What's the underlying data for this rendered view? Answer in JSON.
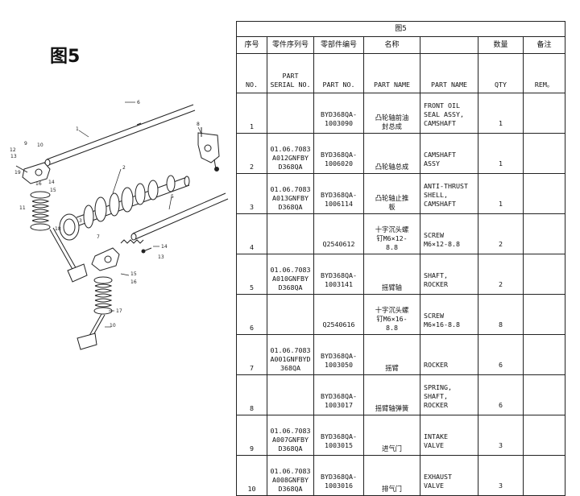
{
  "figure_label": "图5",
  "table": {
    "title": "图5",
    "headers_cn": [
      "序号",
      "零件序列号",
      "零部件编号",
      "名称",
      "",
      "数量",
      "备注"
    ],
    "headers_en": [
      "NO.",
      "PART\nSERIAL NO.",
      "PART NO.",
      "PART NAME",
      "PART NAME",
      "QTY",
      "REM。"
    ],
    "rows": [
      {
        "no": "1",
        "serial": "",
        "part_no": "BYD368QA-\n1003090",
        "name_cn": "凸轮轴前油\n封总成",
        "name_en": "FRONT OIL\nSEAL ASSY,\nCAMSHAFT",
        "qty": "1"
      },
      {
        "no": "2",
        "serial": "01.06.7083\nA012GNFBY\nD368QA",
        "part_no": "BYD368QA-\n1006020",
        "name_cn": "凸轮轴总成",
        "name_en": "CAMSHAFT\nASSY",
        "qty": "1"
      },
      {
        "no": "3",
        "serial": "01.06.7083\nA013GNFBY\nD368QA",
        "part_no": "BYD368QA-\n1006114",
        "name_cn": "凸轮轴止推\n板",
        "name_en": "ANTI-THRUST\nSHELL,\nCAMSHAFT",
        "qty": "1"
      },
      {
        "no": "4",
        "serial": "",
        "part_no": "Q2540612",
        "name_cn": "十字沉头螺\n钉M6×12-\n8.8",
        "name_en": "SCREW\nM6×12-8.8",
        "qty": "2"
      },
      {
        "no": "5",
        "serial": "01.06.7083\nA010GNFBY\nD368QA",
        "part_no": "BYD368QA-\n1003141",
        "name_cn": "摇臂轴",
        "name_en": "SHAFT,\nROCKER",
        "qty": "2"
      },
      {
        "no": "6",
        "serial": "",
        "part_no": "Q2540616",
        "name_cn": "十字沉头螺\n钉M6×16-\n8.8",
        "name_en": "SCREW\nM6×16-8.8",
        "qty": "8"
      },
      {
        "no": "7",
        "serial": "01.06.7083\nA001GNFBYD\n368QA",
        "part_no": "BYD368QA-\n1003050",
        "name_cn": "摇臂",
        "name_en": "ROCKER",
        "qty": "6"
      },
      {
        "no": "8",
        "serial": "",
        "part_no": "BYD368QA-\n1003017",
        "name_cn": "摇臂轴弹簧",
        "name_en": "SPRING,\nSHAFT,\nROCKER",
        "qty": "6"
      },
      {
        "no": "9",
        "serial": "01.06.7083\nA007GNFBY\nD368QA",
        "part_no": "BYD368QA-\n1003015",
        "name_cn": "进气门",
        "name_en": "INTAKE\nVALVE",
        "qty": "3"
      },
      {
        "no": "10",
        "serial": "01.06.7083\nA008GNFBY\nD368QA",
        "part_no": "BYD368QA-\n1003016",
        "name_cn": "排气门",
        "name_en": "EXHAUST\nVALVE",
        "qty": "3"
      }
    ]
  },
  "diagram_callouts": [
    "1",
    "2",
    "3",
    "4",
    "5",
    "6",
    "7",
    "8",
    "9",
    "10",
    "11",
    "12",
    "13",
    "14",
    "15",
    "16",
    "17",
    "18",
    "19"
  ]
}
